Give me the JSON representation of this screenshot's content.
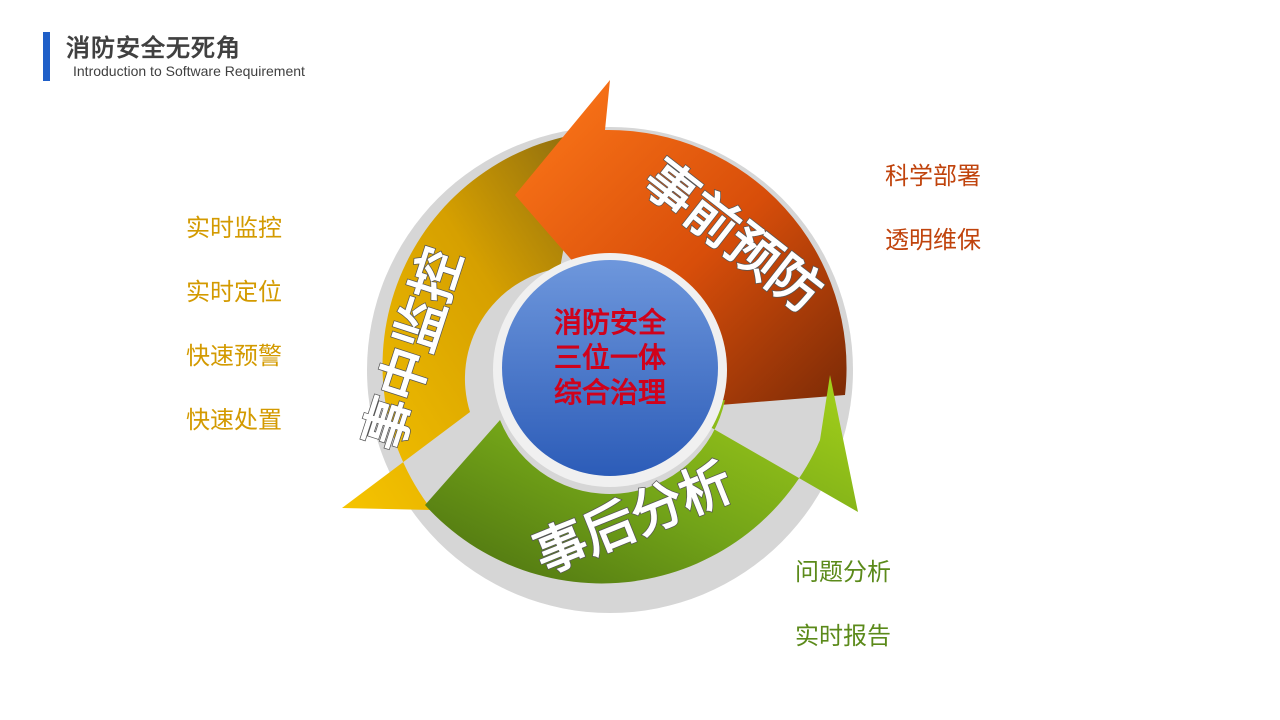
{
  "header": {
    "title": "消防安全无死角",
    "subtitle": "Introduction to Software Requirement"
  },
  "colors": {
    "accent": "#1f5fc8",
    "prevention": "#e8620c",
    "monitoring": "#e0a800",
    "analysis": "#7cb21f",
    "center": "#3f72c8",
    "center_text": "#d0021b"
  },
  "cycle": {
    "center_lines": [
      "消防安全",
      "三位一体",
      "综合治理"
    ],
    "stages": [
      {
        "id": "prevention",
        "label": "事前预防"
      },
      {
        "id": "monitoring",
        "label": "事中监控"
      },
      {
        "id": "analysis",
        "label": "事后分析"
      }
    ]
  },
  "lists": {
    "monitoring": [
      "实时监控",
      "实时定位",
      "快速预警",
      "快速处置"
    ],
    "prevention": [
      "科学部署",
      "透明维保"
    ],
    "analysis": [
      "问题分析",
      "实时报告"
    ]
  }
}
